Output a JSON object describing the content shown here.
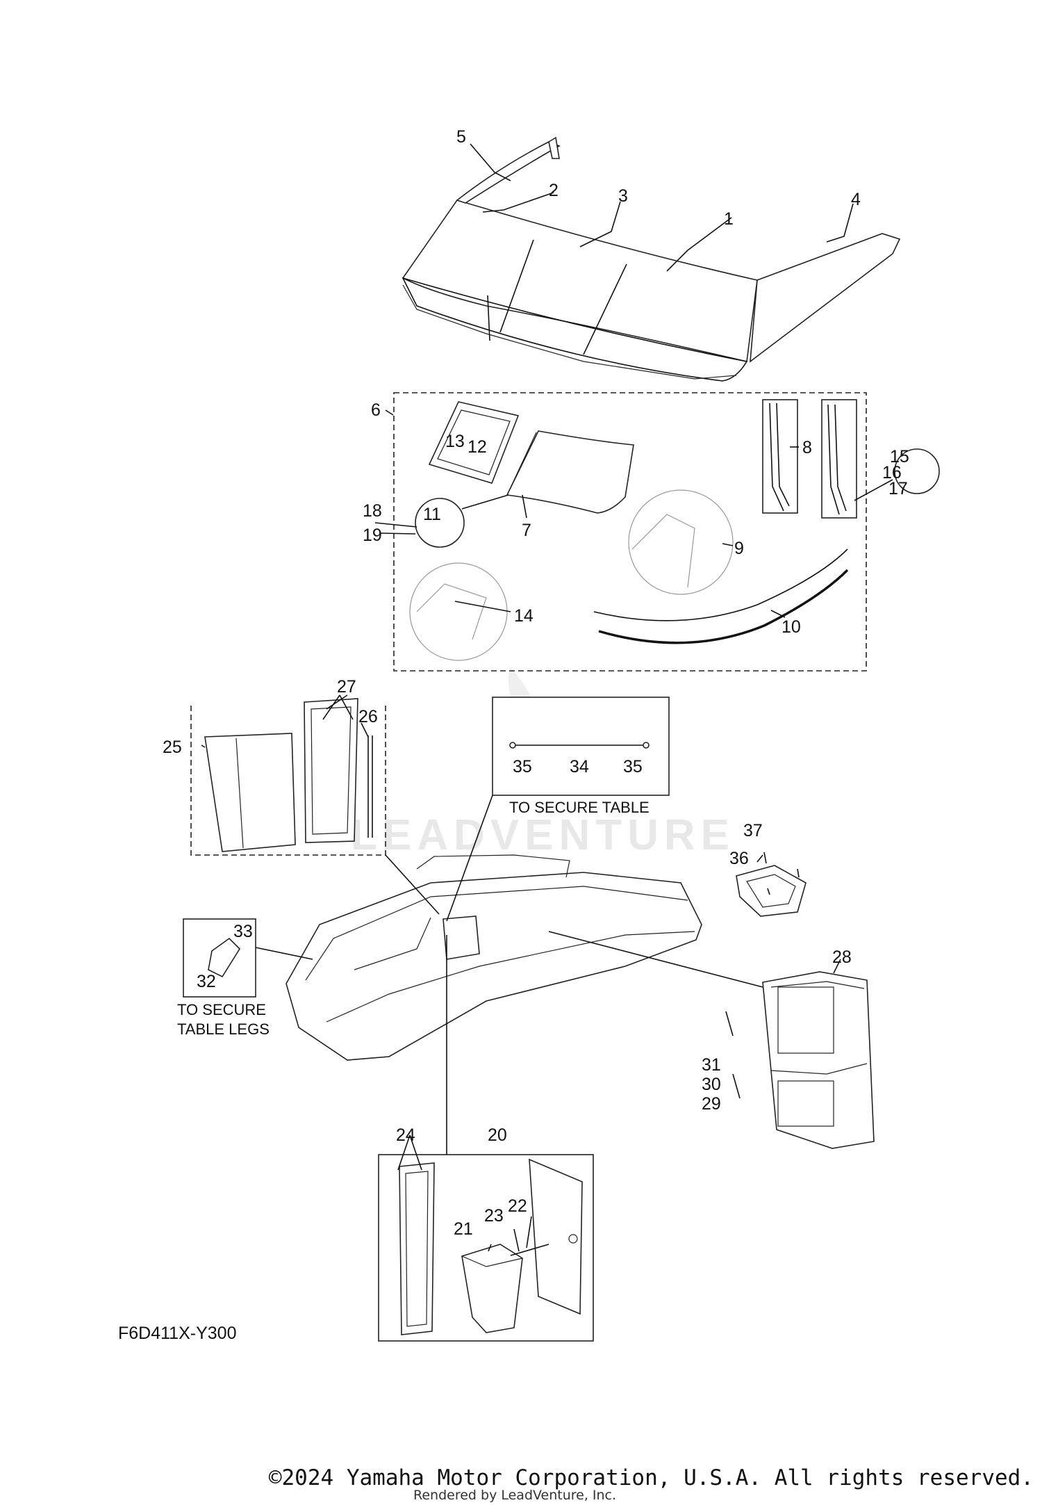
{
  "diagram": {
    "part_labels": [
      "1",
      "2",
      "3",
      "4",
      "5",
      "6",
      "7",
      "8",
      "9",
      "10",
      "11",
      "12",
      "13",
      "14",
      "15",
      "16",
      "17",
      "18",
      "19",
      "20",
      "21",
      "22",
      "23",
      "24",
      "25",
      "26",
      "27",
      "28",
      "29",
      "30",
      "31",
      "32",
      "33",
      "34",
      "35",
      "35",
      "36",
      "37"
    ],
    "captions": {
      "secure_table": "TO SECURE TABLE",
      "secure_legs_line1": "TO SECURE",
      "secure_legs_line2": "TABLE LEGS"
    },
    "diagram_code": "F6D411X-Y300",
    "watermark": "LEADVENTURE"
  },
  "footer": {
    "copyright": "©2024 Yamaha Motor Corporation, U.S.A. All rights reserved.",
    "rendered_by": "Rendered by LeadVenture, Inc."
  }
}
